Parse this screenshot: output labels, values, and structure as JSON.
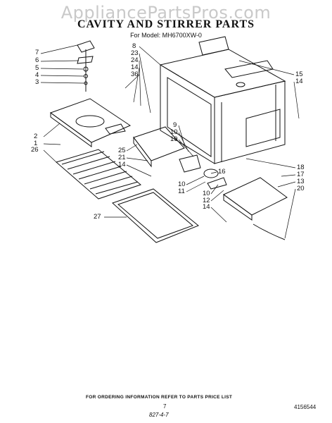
{
  "watermark": "AppliancePartsPros.com",
  "title": "CAVITY AND STIRRER PARTS",
  "model_line": "For Model: MH6700XW-0",
  "callouts": [
    {
      "id": "c7",
      "text": "7"
    },
    {
      "id": "c6",
      "text": "6"
    },
    {
      "id": "c5",
      "text": "5"
    },
    {
      "id": "c4",
      "text": "4"
    },
    {
      "id": "c3",
      "text": "3"
    },
    {
      "id": "c8",
      "text": "8"
    },
    {
      "id": "c23",
      "text": "23"
    },
    {
      "id": "c24",
      "text": "24"
    },
    {
      "id": "c14a",
      "text": "14"
    },
    {
      "id": "c36",
      "text": "36"
    },
    {
      "id": "c15",
      "text": "15"
    },
    {
      "id": "c14b",
      "text": "14"
    },
    {
      "id": "c2",
      "text": "2"
    },
    {
      "id": "c1",
      "text": "1"
    },
    {
      "id": "c26",
      "text": "26"
    },
    {
      "id": "c9",
      "text": "9"
    },
    {
      "id": "c10a",
      "text": "10"
    },
    {
      "id": "c19",
      "text": "19"
    },
    {
      "id": "c25",
      "text": "25"
    },
    {
      "id": "c21",
      "text": "21"
    },
    {
      "id": "c14c",
      "text": "14"
    },
    {
      "id": "c16",
      "text": "16"
    },
    {
      "id": "c10b",
      "text": "10"
    },
    {
      "id": "c11",
      "text": "11"
    },
    {
      "id": "c10c",
      "text": "10"
    },
    {
      "id": "c12",
      "text": "12"
    },
    {
      "id": "c14d",
      "text": "14"
    },
    {
      "id": "c18",
      "text": "18"
    },
    {
      "id": "c17",
      "text": "17"
    },
    {
      "id": "c13",
      "text": "13"
    },
    {
      "id": "c20",
      "text": "20"
    },
    {
      "id": "c27",
      "text": "27"
    }
  ],
  "footer": {
    "note": "FOR ORDERING INFORMATION REFER TO PARTS PRICE LIST",
    "page": "7",
    "code": "827-4-7",
    "doc_number": "4156544"
  }
}
